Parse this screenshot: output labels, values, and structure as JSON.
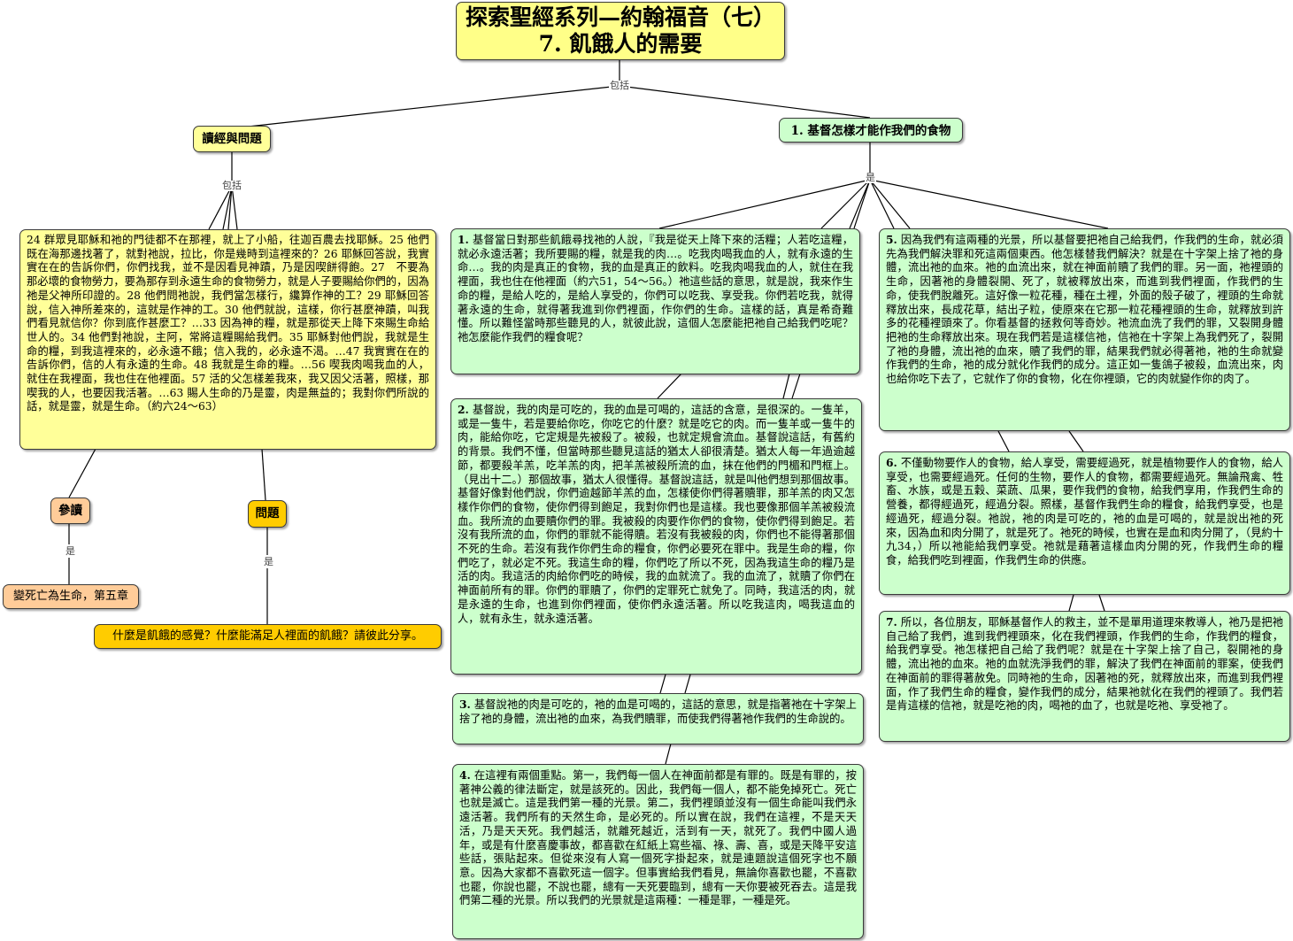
{
  "root": {
    "line1": "探索聖經系列—約翰福音（七）",
    "line2": "7. 飢餓人的需要"
  },
  "connectors": {
    "root_link": "包括",
    "reading_link": "包括",
    "main_link": "是",
    "ref_link": "是",
    "question_link": "是"
  },
  "reading": {
    "title": "讀經與問題",
    "scripture": "24 群眾見耶穌和祂的門徒都不在那裡，就上了小船，往迦百農去找耶穌。25 他們既在海那邊找著了，就對祂說，拉比，你是幾時到這裡來的？26 耶穌回答說，我實實在在的告訴你們，你們找我，並不是因看見神蹟，乃是因喫餅得飽。27　不要為那必壞的食物勞力，要為那存到永遠生命的食物勞力，就是人子要賜給你們的，因為祂是父神所印證的。28 他們問祂說，我們當怎樣行，纔算作神的工？29 耶穌回答說，信入神所差來的，這就是作神的工。30 他們就說，這樣，你行甚麼神蹟，叫我們看見就信你？你到底作甚麼工？…33 因為神的糧，就是那從天上降下來賜生命給世人的。34 他們對祂說，主阿，常將這糧賜給我們。35 耶穌對他們說，我就是生命的糧，到我這裡來的，必永遠不餓；信入我的，必永遠不渴。…47 我實實在在的告訴你們，信的人有永遠的生命。48 我就是生命的糧。…56 喫我肉喝我血的人，就住在我裡面，我也住在他裡面。57 活的父怎樣差我來，我又因父活著，照樣，那喫我的人，也要因我活著。…63 賜人生命的乃是靈，肉是無益的；我對你們所說的話，就是靈，就是生命。（約六24～63）",
    "ref_title": "參讀",
    "ref_item": "變死亡為生命，第五章",
    "question_title": "問題",
    "question_item": "什麼是飢餓的感覺？什麼能滿足人裡面的飢餓？請彼此分享。"
  },
  "main": {
    "title": "1. 基督怎樣才能作我們的食物",
    "points": [
      {
        "num": "1.",
        "text": "基督當日對那些飢餓尋找祂的人說，『我是從天上降下來的活糧；人若吃這糧，就必永遠活著；我所要賜的糧，就是我的肉…。吃我肉喝我血的人，就有永遠的生命…。我的肉是真正的食物，我的血是真正的飲料。吃我肉喝我血的人，就住在我裡面，我也住在他裡面（約六51，54～56。）祂這些話的意思，就是說，我來作生命的糧，是給人吃的，是給人享受的，你們可以吃我、享受我。你們若吃我，就得著永遠的生命，就得著我進到你們裡面，作你們的生命。這樣的話，真是希奇難懂。所以難怪當時那些聽見的人，就彼此說，這個人怎麼能把祂自己給我們吃呢？祂怎麼能作我們的糧食呢？"
      },
      {
        "num": "2.",
        "text": "基督說，我的肉是可吃的，我的血是可喝的，這話的含意，是很深的。一隻羊，或是一隻牛，若是要給你吃，你吃它的什麼？就是吃它的肉。而一隻羊或一隻牛的肉，能給你吃，它定規是先被殺了。被殺，也就定規會流血。基督說這話，有舊約的背景。我們不懂，但當時那些聽見這話的猶太人卻很清楚。猶太人每一年過逾越節，都要殺羊羔，吃羊羔的肉，把羊羔被殺所流的血，抹在他們的門楣和門框上。（見出十二。）那個故事，猶太人很懂得。基督說這話，就是叫他們想到那個故事。基督好像對他們說，你們逾越節羊羔的血，怎樣使你們得著贖罪，那羊羔的肉又怎樣作你們的食物，使你們得到飽足，我對你們也是這樣。我也要像那個羊羔被殺流血。我所流的血要贖你們的罪。我被殺的肉要作你們的食物，使你們得到飽足。若沒有我所流的血，你們的罪就不能得贖。若沒有我被殺的肉，你們也不能得著那個不死的生命。若沒有我作你們生命的糧食，你們必要死在罪中。我是生命的糧，你們吃了，就必定不死。我這生命的糧，你們吃了所以不死，因為我這生命的糧乃是活的肉。我這活的肉給你們吃的時候，我的血就流了。我的血流了，就贖了你們在神面前所有的罪。你們的罪贖了，你們的定罪死亡就免了。同時，我這活的肉，就是永遠的生命，也進到你們裡面，使你們永遠活著。所以吃我這肉，喝我這血的人，就有永生，就永遠活著。"
      },
      {
        "num": "3.",
        "text": "基督說祂的肉是可吃的，祂的血是可喝的，這話的意思，就是指著祂在十字架上捨了祂的身體，流出祂的血來，為我們贖罪，而使我們得著祂作我們的生命說的。"
      },
      {
        "num": "4.",
        "text": "在這裡有兩個重點。第一，我們每一個人在神面前都是有罪的。既是有罪的，按著神公義的律法斷定，就是該死的。因此，我們每一個人，都不能免掉死亡。死亡也就是滅亡。這是我們第一種的光景。第二，我們裡頭並沒有一個生命能叫我們永遠活著。我們所有的天然生命，是必死的。所以實在說，我們在這裡，不是天天活，乃是天天死。我們越活，就離死越近，活到有一天，就死了。我們中國人過年，或是有什麼喜慶事故，都喜歡在紅紙上寫些福、祿、壽、喜，或是天降平安這些話，張貼起來。但從來沒有人寫一個死字掛起來，就是連題說這個死字也不願意。因為大家都不喜歡死這一個字。但事實給我們看見，無論你喜歡也罷，不喜歡也罷，你說也罷，不說也罷，總有一天死要臨到，總有一天你要被死吞去。這是我們第二種的光景。所以我們的光景就是這兩種：一種是罪，一種是死。"
      },
      {
        "num": "5.",
        "text": "因為我們有這兩種的光景，所以基督要把祂自己給我們，作我們的生命，就必須先為我們解決罪和死這兩個東西。他怎樣替我們解決？就是在十字架上捨了祂的身體，流出祂的血來。祂的血流出來，就在神面前贖了我們的罪。另一面，祂裡頭的生命，因著祂的身體裂開、死了，就被釋放出來，而進到我們裡面，作我們的生命，使我們脫離死。這好像一粒花種，種在土裡，外面的殼子破了，裡頭的生命就釋放出來，長成花草，結出子粒，使原來在它那一粒花種裡頭的生命，就釋放到許多的花種裡頭來了。你看基督的拯救何等奇妙。祂流血洗了我們的罪，又裂開身體把祂的生命釋放出來。現在我們若是這樣信祂，信祂在十字架上為我們死了，裂開了祂的身體，流出祂的血來，贖了我們的罪，結果我們就必得著祂，祂的生命就變作我們的生命，祂的成分就化作我們的成分。這正如一隻鴿子被殺，血流出來，肉也給你吃下去了，它就作了你的食物，化在你裡頭，它的肉就變作你的肉了。"
      },
      {
        "num": "6.",
        "text": "不僅動物要作人的食物，給人享受，需要經過死，就是植物要作人的食物，給人享受，也需要經過死。任何的生物，要作人的食物，都需要經過死。無論飛禽、牲畜、水族，或是五穀、菜蔬、瓜果，要作我們的食物，給我們享用，作我們生命的營養，都得經過死，經過分裂。照樣，基督作我們生命的糧食，給我們享受，也是經過死，經過分裂。祂說，祂的肉是可吃的，祂的血是可喝的，就是說出祂的死來，因為血和肉分開了，就是死了。祂死的時候，也實在是血和肉分開了，（見約十九34，）所以祂能給我們享受。祂就是藉著這樣血肉分開的死，作我們生命的糧食，給我們吃到裡面，作我們生命的供應。"
      },
      {
        "num": "7.",
        "text": "所以，各位朋友，耶穌基督作人的救主，並不是單用道理來教導人，祂乃是把祂自己給了我們，進到我們裡頭來，化在我們裡頭，作我們的生命，作我們的糧食，給我們享受。祂怎樣把自己給了我們呢？就是在十字架上捨了自己，裂開祂的身體，流出祂的血來。祂的血就洗淨我們的罪，解決了我們在神面前的罪案，使我們在神面前的罪得著赦免。同時祂的生命，因著祂的死，就釋放出來，而進到我們裡面，作了我們生命的糧食，變作我們的成分，結果祂就化在我們的裡頭了。我們若是肯這樣的信祂，就是吃祂的肉，喝祂的血了，也就是吃祂、享受祂了。"
      }
    ]
  },
  "colors": {
    "root": "#ffff88",
    "reading": "#ffff99",
    "main": "#ccffcc",
    "ref": "#ffcc99",
    "question": "#ffcc00",
    "line": "#000000"
  }
}
